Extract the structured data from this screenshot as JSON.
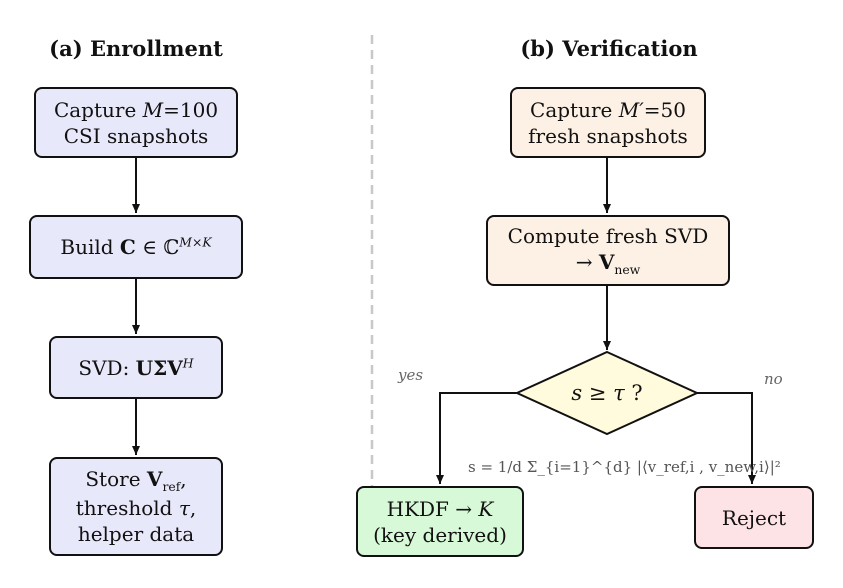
{
  "enrollment": {
    "heading": "(a) Enrollment",
    "capture": {
      "pre": "Capture ",
      "var": "M",
      "post": "=100",
      "line2": "CSI snapshots"
    },
    "build": {
      "pre": "Build ",
      "mat": "C",
      "rel": " ∈ ℂ",
      "sup": "M×K"
    },
    "svd": {
      "pre": "SVD: ",
      "mat": "UΣV",
      "sup": "H"
    },
    "store": {
      "pre": "Store ",
      "mat": "V",
      "sub": "ref",
      "post": ",",
      "line2a": "threshold ",
      "line2var": "τ",
      "line2b": ",",
      "line3": "helper data"
    }
  },
  "verification": {
    "heading": "(b) Verification",
    "capture": {
      "pre": "Capture ",
      "var": "M′",
      "post": "=50",
      "line2": "fresh snapshots"
    },
    "compute": {
      "line1": "Compute fresh SVD",
      "arrow": "→ ",
      "mat": "V",
      "sub": "new"
    },
    "decision": {
      "var": "s",
      "rest": " ≥ ",
      "var2": "τ",
      "q": " ?"
    },
    "yes_label": "yes",
    "no_label": "no",
    "formula": "s = 1/d Σ_{i=1}^{d} |⟨v_ref,i , v_new,i⟩|²",
    "accept": {
      "line1a": "HKDF → ",
      "line1var": "K",
      "line2": "(key derived)"
    },
    "reject": {
      "label": "Reject"
    }
  },
  "colors": {
    "enroll_fill": "#e8e8fb",
    "verify_fill": "#fdf1e6",
    "decision_fill": "#fffbdc",
    "accept_fill": "#d7f9d7",
    "reject_fill": "#fde3e6",
    "divider": "#c8c8c8"
  }
}
